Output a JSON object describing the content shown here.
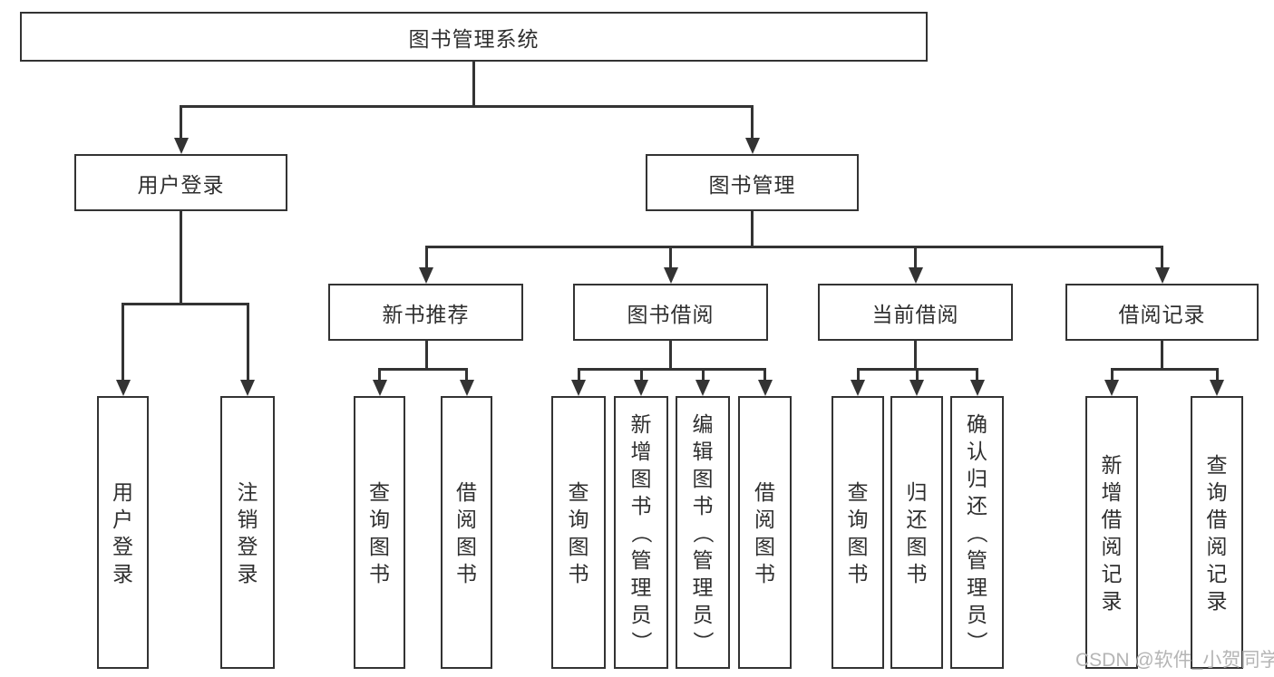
{
  "nodes": {
    "root": "图书管理系统",
    "user_login": "用户登录",
    "book_management": "图书管理",
    "new_book_recommend": "新书推荐",
    "book_borrow": "图书借阅",
    "current_borrow": "当前借阅",
    "borrow_records": "借阅记录",
    "ul_user_login": "用户登录",
    "ul_logout": "注销登录",
    "nr_query_books": "查询图书",
    "nr_borrow_books": "借阅图书",
    "bb_query_books": "查询图书",
    "bb_add_books": "新增图书（管理员）",
    "bb_edit_books": "编辑图书（管理员）",
    "bb_borrow_books": "借阅图书",
    "cb_query_books": "查询图书",
    "cb_return_books": "归还图书",
    "cb_confirm_return": "确认归还（管理员）",
    "br_add_record": "新增借阅记录",
    "br_query_record": "查询借阅记录"
  },
  "hierarchy": {
    "图书管理系统": [
      "用户登录",
      "图书管理"
    ],
    "用户登录": [
      "用户登录",
      "注销登录"
    ],
    "图书管理": [
      "新书推荐",
      "图书借阅",
      "当前借阅",
      "借阅记录"
    ],
    "新书推荐": [
      "查询图书",
      "借阅图书"
    ],
    "图书借阅": [
      "查询图书",
      "新增图书（管理员）",
      "编辑图书（管理员）",
      "借阅图书"
    ],
    "当前借阅": [
      "查询图书",
      "归还图书",
      "确认归还（管理员）"
    ],
    "借阅记录": [
      "新增借阅记录",
      "查询借阅记录"
    ]
  },
  "watermark": "CSDN @软件_小贺同学",
  "colors": {
    "line": "#333333",
    "text": "#2f2f2f",
    "watermark": "#b5b5b5",
    "background": "#ffffff"
  }
}
